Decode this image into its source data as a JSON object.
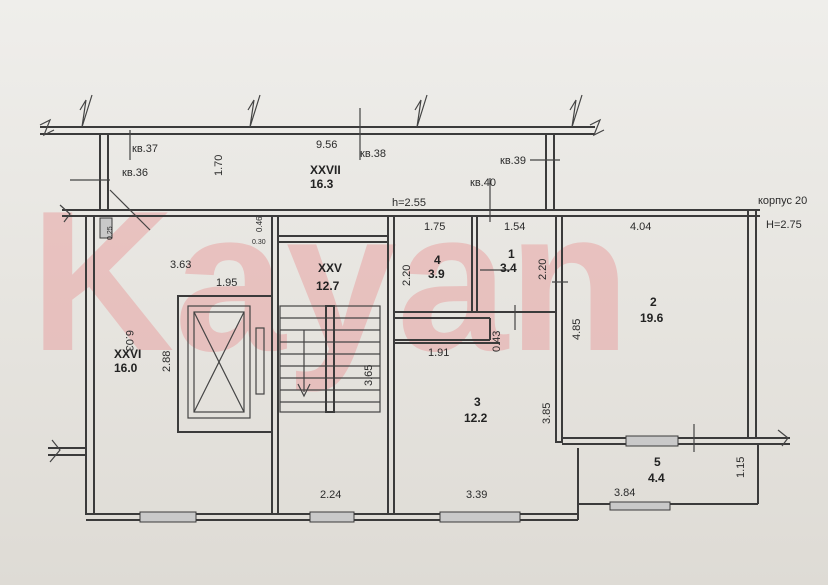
{
  "watermark": "Kayan",
  "header": {
    "corpus": "корпус 20",
    "height_building": "H=2.75",
    "height_floor": "h=2.55"
  },
  "labels": {
    "kv37": "кв.37",
    "kv38": "кв.38",
    "kv36": "кв.36",
    "kv39": "кв.39",
    "kv40": "кв.40"
  },
  "rooms": [
    {
      "id": "r-xxvii",
      "num": "XXVII",
      "area": "16.3"
    },
    {
      "id": "r-xxv",
      "num": "XXV",
      "area": "12.7"
    },
    {
      "id": "r-xxvi",
      "num": "XXVI",
      "area": "16.0"
    },
    {
      "id": "r-4",
      "num": "4",
      "area": "3.9"
    },
    {
      "id": "r-1",
      "num": "1",
      "area": "3.4"
    },
    {
      "id": "r-2",
      "num": "2",
      "area": "19.6"
    },
    {
      "id": "r-3",
      "num": "3",
      "area": "12.2"
    },
    {
      "id": "r-5",
      "num": "5",
      "area": "4.4"
    }
  ],
  "dimensions": {
    "d956": "9.56",
    "d170": "1.70",
    "d363": "3.63",
    "d195": "1.95",
    "d603": "6.03",
    "d288": "2.88",
    "d224": "2.24",
    "d365": "3.65",
    "d175": "1.75",
    "d154": "1.54",
    "d220a": "2.20",
    "d220b": "2.20",
    "d191": "1.91",
    "d043": "0.43",
    "d385": "3.85",
    "d339": "3.39",
    "d404": "4.04",
    "d485": "4.85",
    "d384": "3.84",
    "d115": "1.15",
    "d046": "0.46",
    "d030": "0.30",
    "d025": "0.25"
  }
}
